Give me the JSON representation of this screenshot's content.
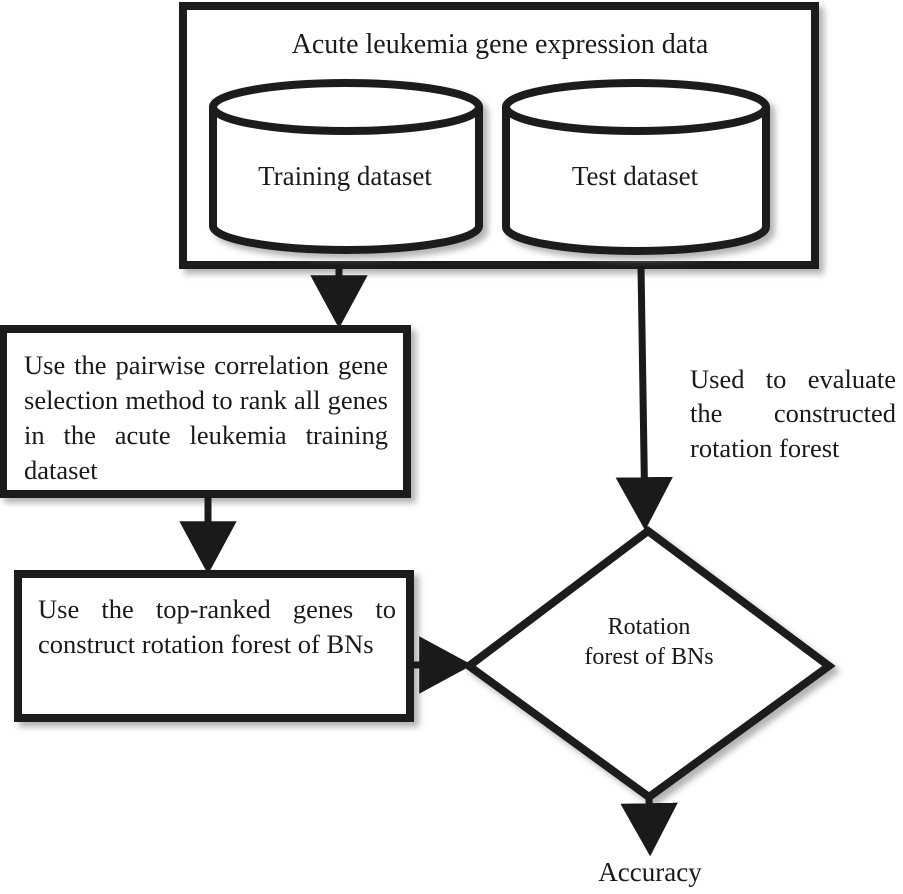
{
  "diagram": {
    "title_box": {
      "label": "Acute leukemia gene expression data"
    },
    "datastores": [
      {
        "name": "training-dataset",
        "label": "Training dataset"
      },
      {
        "name": "test-dataset",
        "label": "Test dataset"
      }
    ],
    "process_steps": [
      {
        "name": "gene-selection-step",
        "label": "Use the pairwise correlation gene selection method to rank all genes in the acute leukemia training dataset"
      },
      {
        "name": "construct-forest-step",
        "label": "Use the top-ranked genes to construct rotation forest of BNs"
      }
    ],
    "annotations": [
      {
        "name": "evaluate-note",
        "label": "Used to evaluate the constructed rotation forest"
      }
    ],
    "decision": {
      "name": "rotation-forest-decision",
      "label": "Rotation\nforest of BNs"
    },
    "output": {
      "name": "accuracy-output",
      "label": "Accuracy"
    },
    "colors": {
      "stroke": "#1a1a1a",
      "fill": "#ffffff",
      "shadow": "#bdbdbd",
      "text": "#1a1a1a"
    }
  }
}
